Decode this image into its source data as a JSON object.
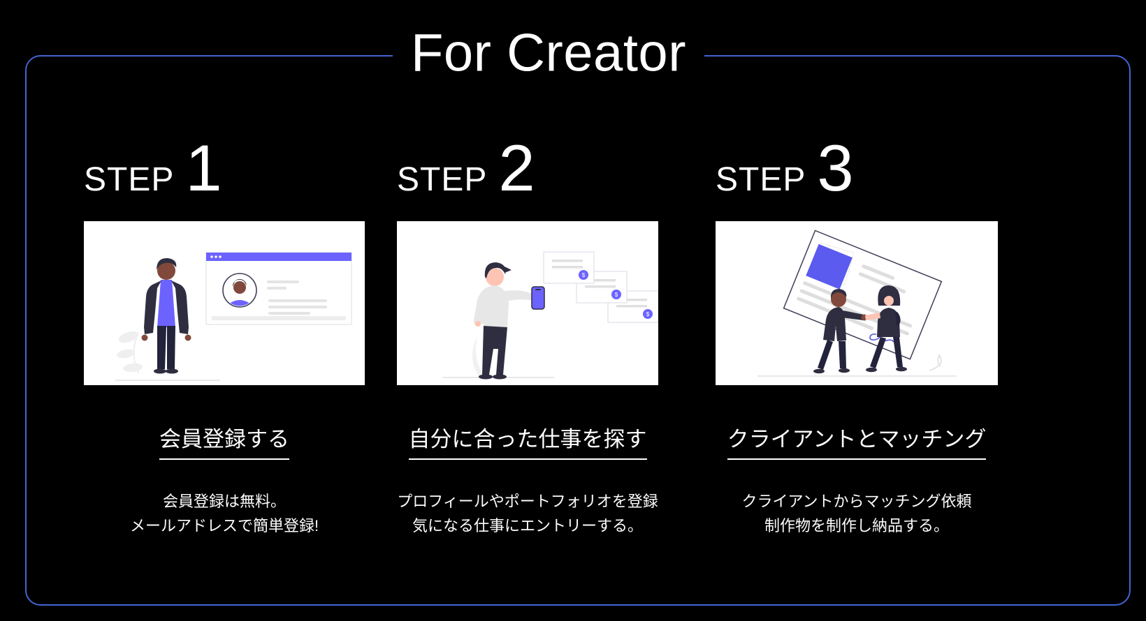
{
  "section": {
    "title": "For Creator"
  },
  "colors": {
    "background": "#000000",
    "border_blue": "#4365d2",
    "illustration_accent": "#6c63ff",
    "text": "#ffffff"
  },
  "steps": [
    {
      "step_label": "STEP",
      "step_number": "1",
      "illustration": "member-registration-illustration",
      "link_label": "会員登録する",
      "description_lines": [
        "会員登録は無料。",
        "メールアドレスで簡単登録!"
      ]
    },
    {
      "step_label": "STEP",
      "step_number": "2",
      "illustration": "find-job-illustration",
      "link_label": "自分に合った仕事を探す",
      "description_lines": [
        "プロフィールやポートフォリオを登録",
        "気になる仕事にエントリーする。"
      ]
    },
    {
      "step_label": "STEP",
      "step_number": "3",
      "illustration": "client-matching-illustration",
      "link_label": "クライアントとマッチング",
      "description_lines": [
        "クライアントからマッチング依頼",
        "制作物を制作し納品する。"
      ]
    }
  ]
}
